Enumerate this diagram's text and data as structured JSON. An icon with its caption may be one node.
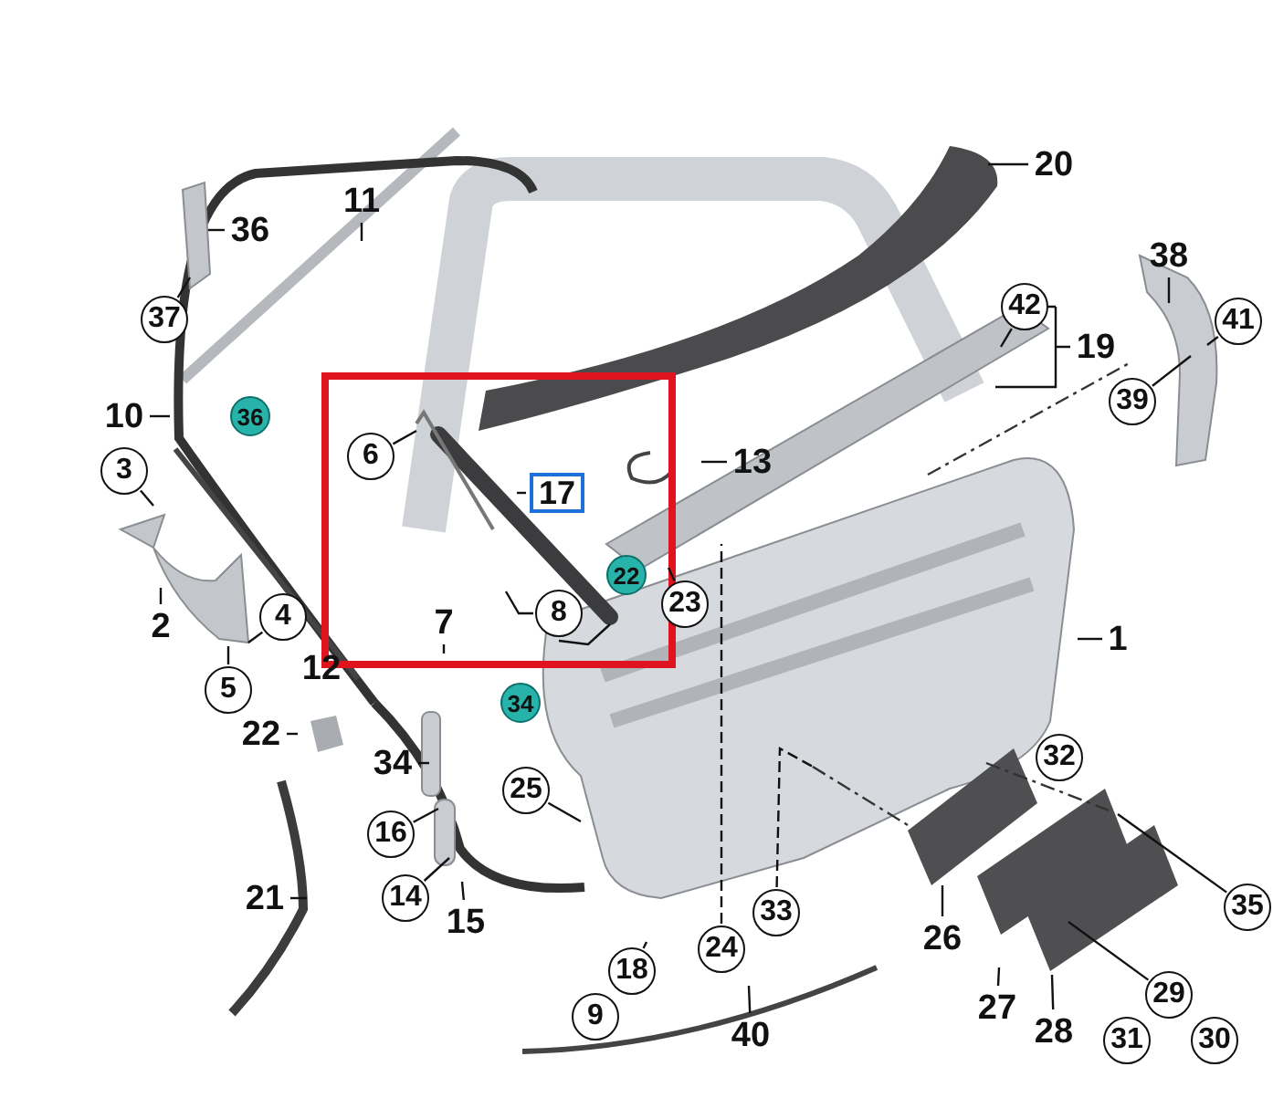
{
  "diagram": {
    "nodes": [
      {
        "text": [
          "20"
        ]
      },
      {
        "text": [
          "11"
        ]
      },
      {
        "text": [
          "36"
        ]
      },
      {
        "text": [
          "38"
        ]
      },
      {
        "text": [
          "42"
        ]
      },
      {
        "text": [
          "41"
        ]
      },
      {
        "text": [
          "37"
        ]
      },
      {
        "text": [
          "19"
        ]
      },
      {
        "text": [
          "39"
        ]
      },
      {
        "text": [
          "10"
        ]
      },
      {
        "text": [
          "6"
        ]
      },
      {
        "text": [
          "13"
        ]
      },
      {
        "text": [
          "3"
        ]
      },
      {
        "text": [
          "17"
        ]
      },
      {
        "text": [
          "23"
        ]
      },
      {
        "text": [
          "4"
        ]
      },
      {
        "text": [
          "7"
        ]
      },
      {
        "text": [
          "8"
        ]
      },
      {
        "text": [
          "2"
        ]
      },
      {
        "text": [
          "1"
        ]
      },
      {
        "text": [
          "5"
        ]
      },
      {
        "text": [
          "22"
        ]
      },
      {
        "text": [
          "34"
        ]
      },
      {
        "text": [
          "25"
        ]
      },
      {
        "text": [
          "16"
        ]
      },
      {
        "text": [
          "14"
        ]
      },
      {
        "text": [
          "21"
        ]
      },
      {
        "text": [
          "33"
        ]
      },
      {
        "text": [
          "35"
        ]
      },
      {
        "text": [
          "15"
        ]
      },
      {
        "text": [
          "26"
        ]
      },
      {
        "text": [
          "24"
        ]
      },
      {
        "text": [
          "18"
        ]
      },
      {
        "text": [
          "29"
        ]
      },
      {
        "text": [
          "27"
        ]
      },
      {
        "text": [
          "40"
        ]
      },
      {
        "text": [
          "28"
        ]
      },
      {
        "text": [
          "32"
        ]
      },
      {
        "text": [
          "9"
        ]
      },
      {
        "text": [
          "31"
        ]
      },
      {
        "text": [
          "30"
        ]
      }
    ],
    "edges": [
      {
        "from": 0,
        "to": null,
        "arrow": "none"
      },
      {
        "from": 1,
        "to": null,
        "arrow": "none"
      },
      {
        "from": 2,
        "to": null,
        "arrow": "none"
      },
      {
        "from": 3,
        "to": null,
        "arrow": "none"
      },
      {
        "from": 4,
        "to": null,
        "arrow": "none"
      },
      {
        "from": 5,
        "to": null,
        "arrow": "none"
      },
      {
        "from": 6,
        "to": null,
        "arrow": "none"
      },
      {
        "from": 7,
        "to": null,
        "arrow": "none"
      },
      {
        "from": 8,
        "to": null,
        "arrow": "none"
      },
      {
        "from": 9,
        "to": null,
        "arrow": "none"
      },
      {
        "from": 10,
        "to": null,
        "arrow": "none"
      },
      {
        "from": 11,
        "to": null,
        "arrow": "none"
      },
      {
        "from": 12,
        "to": null,
        "arrow": "none"
      },
      {
        "from": 13,
        "to": null,
        "arrow": "none"
      },
      {
        "from": 14,
        "to": null,
        "arrow": "none"
      },
      {
        "from": 15,
        "to": null,
        "arrow": "none"
      },
      {
        "from": 16,
        "to": null,
        "arrow": "none"
      },
      {
        "from": 17,
        "to": null,
        "arrow": "none"
      },
      {
        "from": 18,
        "to": null,
        "arrow": "none"
      },
      {
        "from": 19,
        "to": null,
        "arrow": "none"
      },
      {
        "from": 20,
        "to": null,
        "arrow": "none"
      },
      {
        "from": 21,
        "to": null,
        "arrow": "none"
      },
      {
        "from": 22,
        "to": null,
        "arrow": "none"
      },
      {
        "from": 23,
        "to": null,
        "arrow": "none"
      },
      {
        "from": 24,
        "to": null,
        "arrow": "none"
      },
      {
        "from": 25,
        "to": null,
        "arrow": "none"
      },
      {
        "from": 26,
        "to": null,
        "arrow": "none"
      },
      {
        "from": 27,
        "to": null,
        "arrow": "none",
        "style": "dashed"
      },
      {
        "from": 28,
        "to": null,
        "arrow": "none"
      },
      {
        "from": 29,
        "to": null,
        "arrow": "none"
      },
      {
        "from": 30,
        "to": null,
        "arrow": "none"
      },
      {
        "from": 31,
        "to": null,
        "arrow": "none",
        "style": "dashed"
      },
      {
        "from": 32,
        "to": null,
        "arrow": "none"
      },
      {
        "from": 33,
        "to": null,
        "arrow": "none"
      },
      {
        "from": 34,
        "to": null,
        "arrow": "none"
      },
      {
        "from": 35,
        "to": null,
        "arrow": "none"
      },
      {
        "from": 36,
        "to": null,
        "arrow": "none"
      }
    ],
    "labels": [
      "36",
      "22",
      "12",
      "34"
    ]
  }
}
